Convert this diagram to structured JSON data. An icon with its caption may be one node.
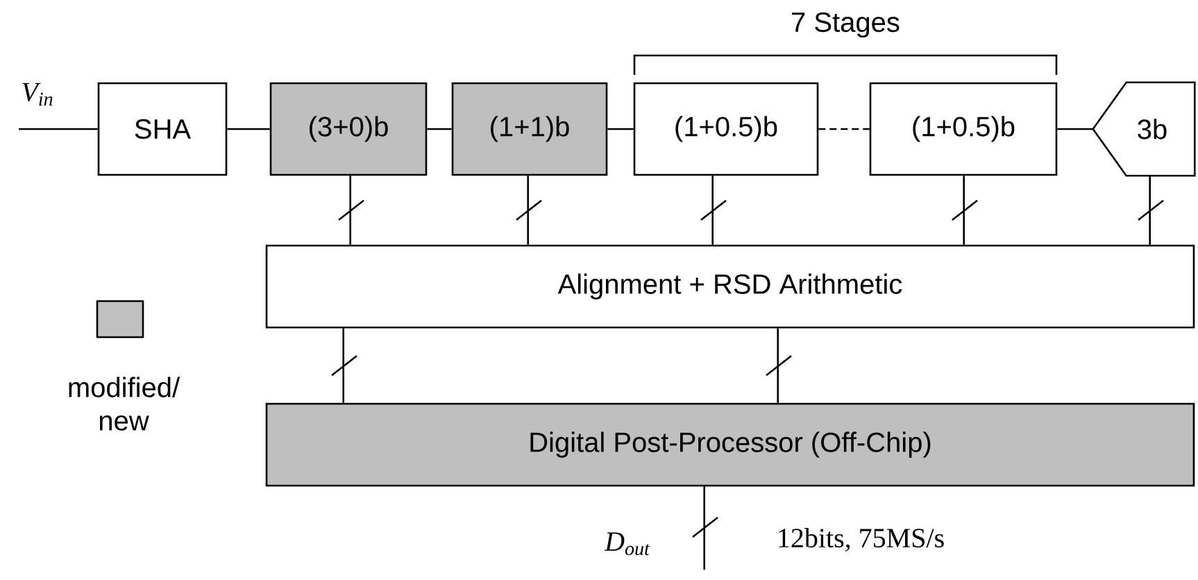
{
  "diagram": {
    "nodes": [
      {
        "text": [
          "V$_{in}$"
        ]
      },
      {
        "text": [
          "SHA"
        ]
      },
      {
        "text": [
          "(3+0)b"
        ]
      },
      {
        "text": [
          "(1+1)b"
        ]
      },
      {
        "text": [
          "(1+0.5)b"
        ]
      },
      {
        "text": [
          "(1+0.5)b"
        ]
      },
      {
        "text": [
          "3b"
        ]
      },
      {
        "text": [
          "Alignment + RSD Arithmetic"
        ]
      },
      {
        "text": [
          "Digital Post-Processor (Off-Chip)"
        ]
      }
    ],
    "edges": [
      {
        "from": 0,
        "to": 1,
        "arrow": "none"
      },
      {
        "from": 1,
        "to": 2,
        "arrow": "none"
      },
      {
        "from": 2,
        "to": 3,
        "arrow": "none"
      },
      {
        "from": 3,
        "to": 4,
        "arrow": "none"
      },
      {
        "from": 4,
        "to": 5,
        "arrow": "none",
        "style": "dashed"
      },
      {
        "from": 5,
        "to": 6,
        "arrow": "none"
      },
      {
        "from": 2,
        "to": 7,
        "arrow": "none"
      },
      {
        "from": 3,
        "to": 7,
        "arrow": "none"
      },
      {
        "from": 4,
        "to": 7,
        "arrow": "none"
      },
      {
        "from": 5,
        "to": 7,
        "arrow": "none"
      },
      {
        "from": 6,
        "to": 7,
        "arrow": "none"
      },
      {
        "from": 7,
        "to": 8,
        "arrow": "none"
      },
      {
        "from": 7,
        "to": 8,
        "arrow": "none"
      },
      {
        "from": 8,
        "to": null,
        "arrow": "none"
      }
    ],
    "labels": [
      "7 Stages",
      "D$_{out}$",
      "12bits, 75MS/s"
    ],
    "legend": [
      {
        "text": "modified/ new",
        "color": "#c0c0c0"
      }
    ]
  }
}
